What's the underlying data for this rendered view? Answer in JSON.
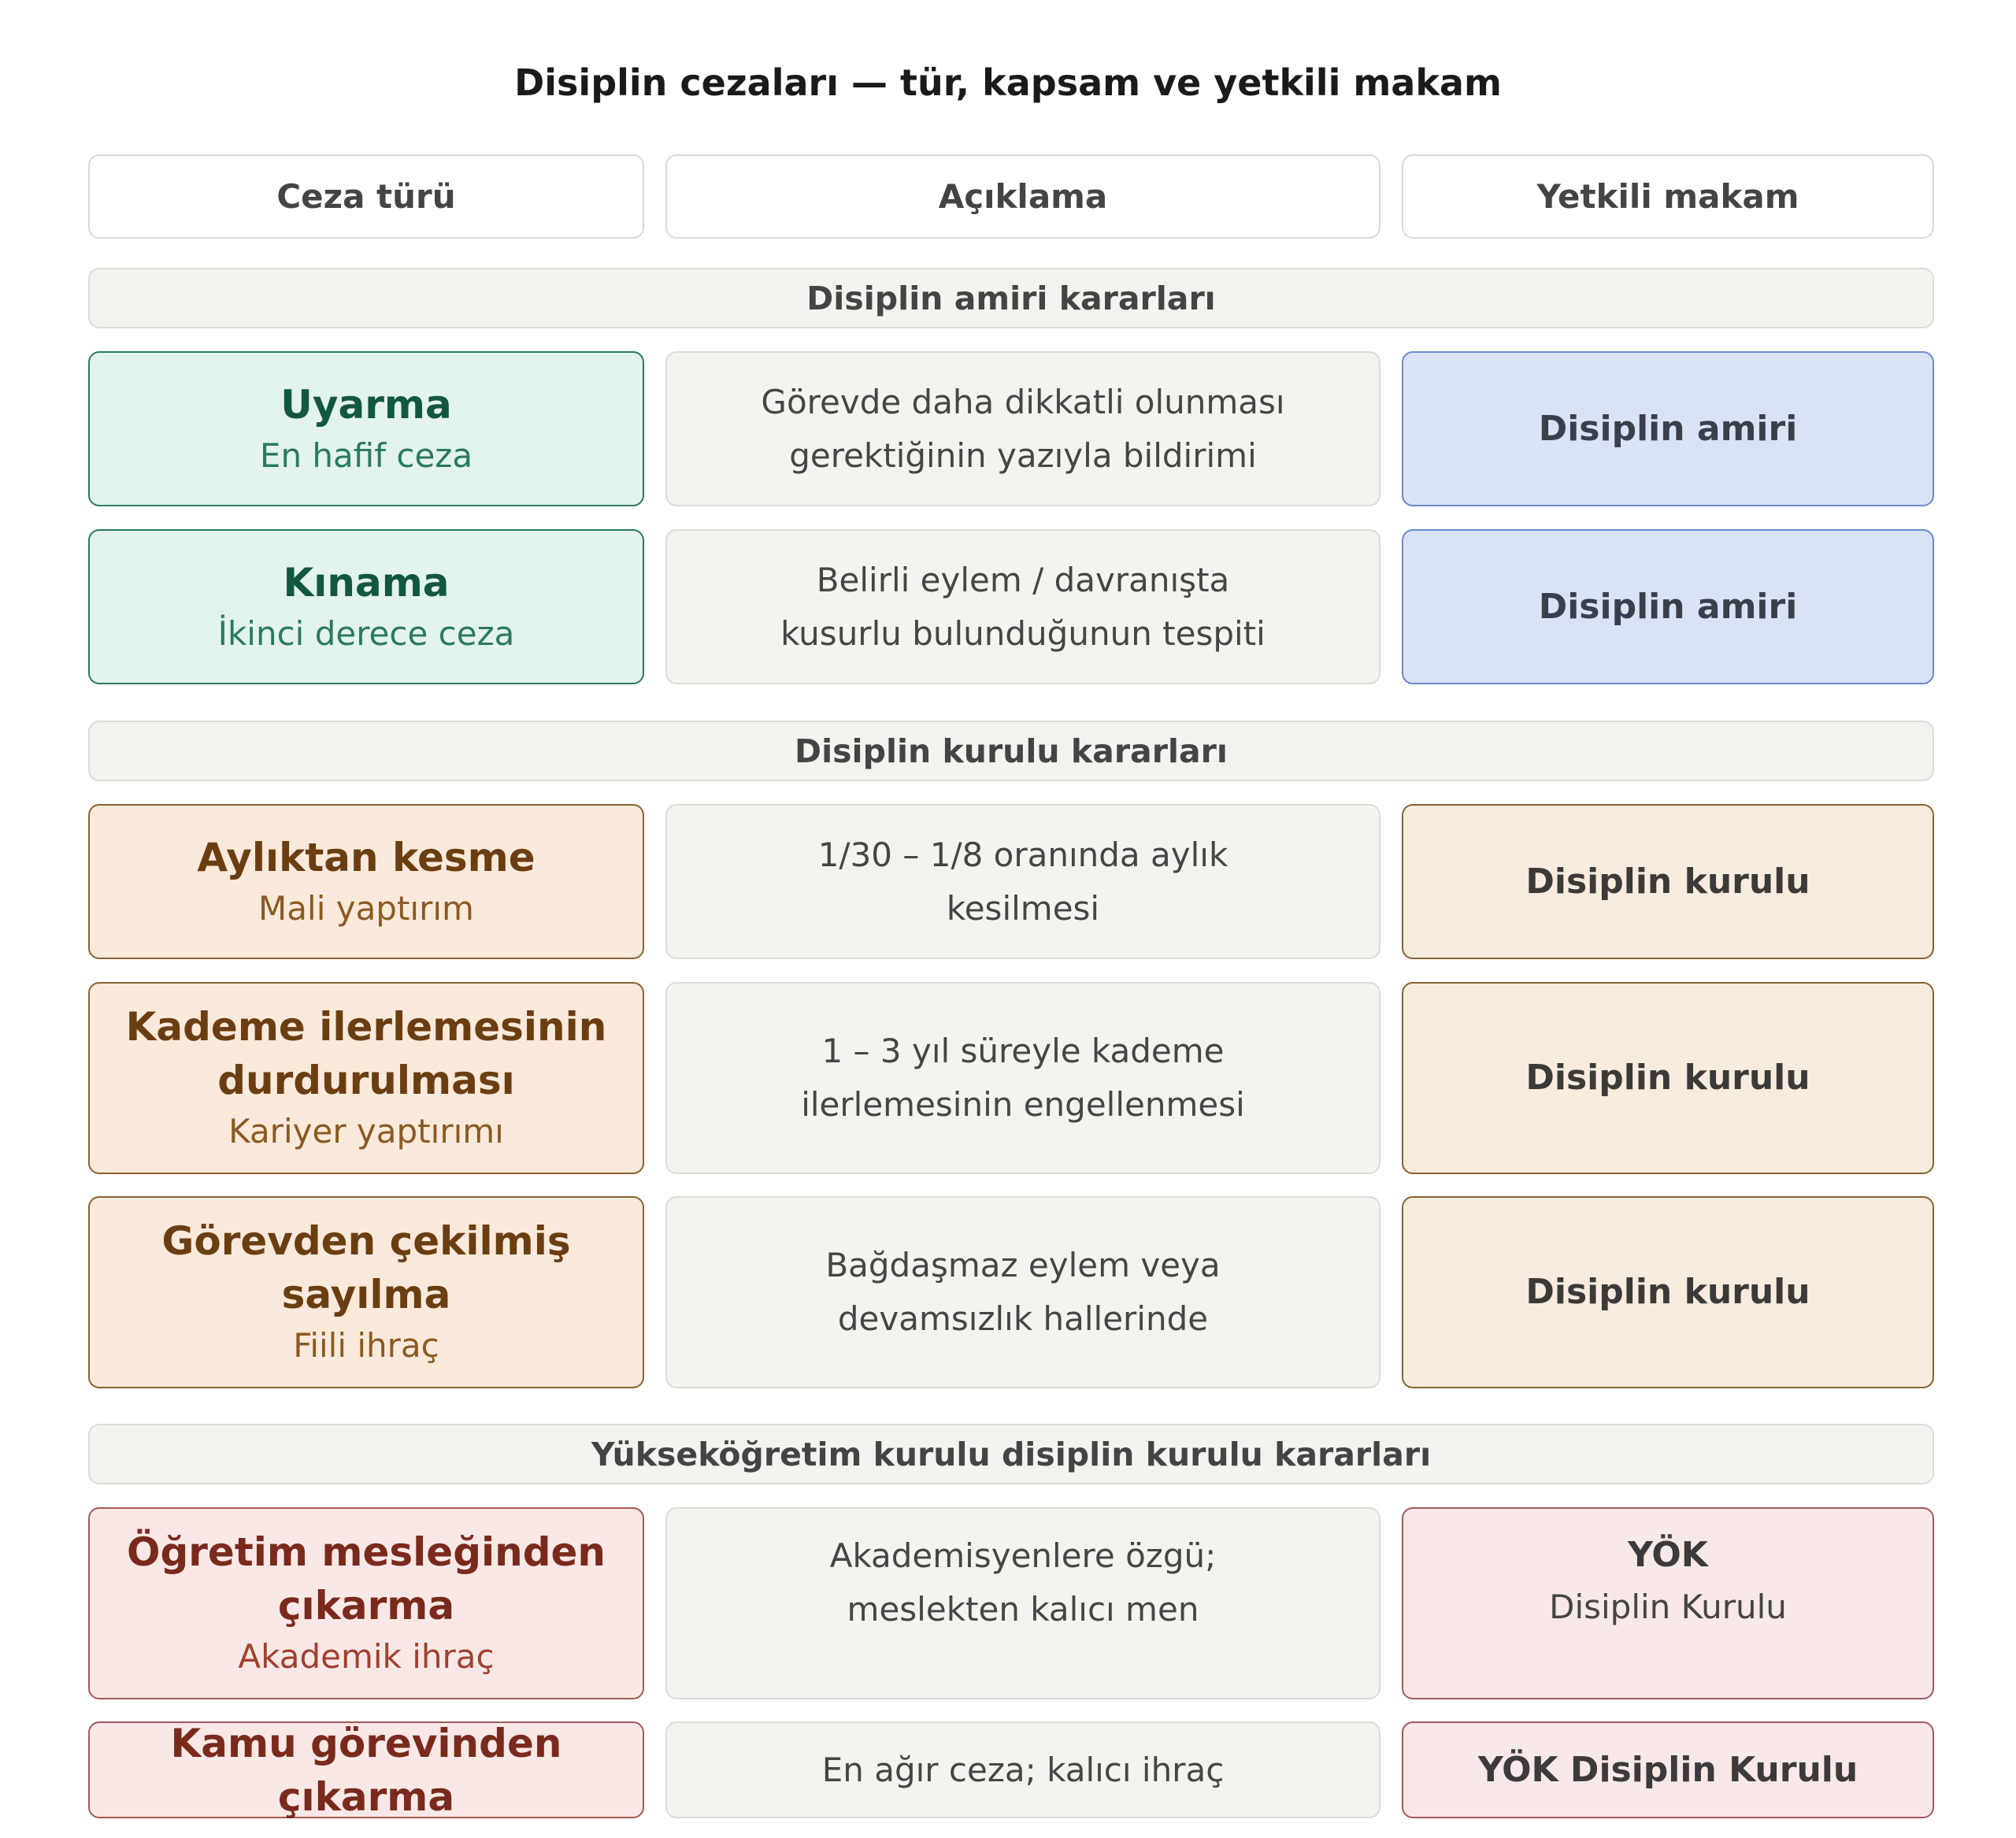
{
  "title": "Disiplin cezaları — tür, kapsam ve yetkili makam",
  "headers": {
    "type": "Ceza türü",
    "description": "Açıklama",
    "authority": "Yetkili makam"
  },
  "groups": [
    {
      "label": "Disiplin amiri kararları",
      "rows": [
        {
          "name": "Uyarma",
          "sub": "En hafif ceza",
          "desc": [
            "Görevde daha dikkatli olunması",
            "gerektiğinin yazıyla bildirimi"
          ],
          "auth": "Disiplin amiri"
        },
        {
          "name": "Kınama",
          "sub": "İkinci derece ceza",
          "desc": [
            "Belirli eylem / davranışta",
            "kusurlu bulunduğunun tespiti"
          ],
          "auth": "Disiplin amiri"
        }
      ]
    },
    {
      "label": "Disiplin kurulu kararları",
      "rows": [
        {
          "name": "Aylıktan kesme",
          "sub": "Mali yaptırım",
          "desc": [
            "1/30 – 1/8 oranında aylık",
            "kesilmesi"
          ],
          "auth": "Disiplin kurulu"
        },
        {
          "name_lines": [
            "Kademe ilerlemesinin",
            "durdurulması"
          ],
          "sub": "Kariyer yaptırımı",
          "desc": [
            "1 – 3 yıl süreyle kademe",
            "ilerlemesinin engellenmesi"
          ],
          "auth": "Disiplin kurulu"
        },
        {
          "name_lines": [
            "Görevden çekilmiş",
            "sayılma"
          ],
          "sub": "Fiili ihraç",
          "desc": [
            "Bağdaşmaz eylem veya",
            "devamsızlık hallerinde"
          ],
          "auth": "Disiplin kurulu"
        }
      ]
    },
    {
      "label": "Yükseköğretim kurulu disiplin kurulu kararları",
      "rows": [
        {
          "name_lines": [
            "Öğretim mesleğinden",
            "çıkarma"
          ],
          "sub": "Akademik ihraç",
          "desc": [
            "Akademisyenlere özgü;",
            "meslekten kalıcı men"
          ],
          "auth": "YÖK",
          "auth_sub": "Disiplin Kurulu"
        },
        {
          "name": "Kamu görevinden çıkarma",
          "desc": [
            "En ağır ceza; kalıcı ihraç"
          ],
          "auth": "YÖK Disiplin Kurulu"
        }
      ]
    }
  ],
  "colors": {
    "green": "#e3f3ef",
    "blue": "#dae3f6",
    "amber": "#fbeadb",
    "rose": "#f9e8e6",
    "neutral": "#f4f3ef"
  }
}
